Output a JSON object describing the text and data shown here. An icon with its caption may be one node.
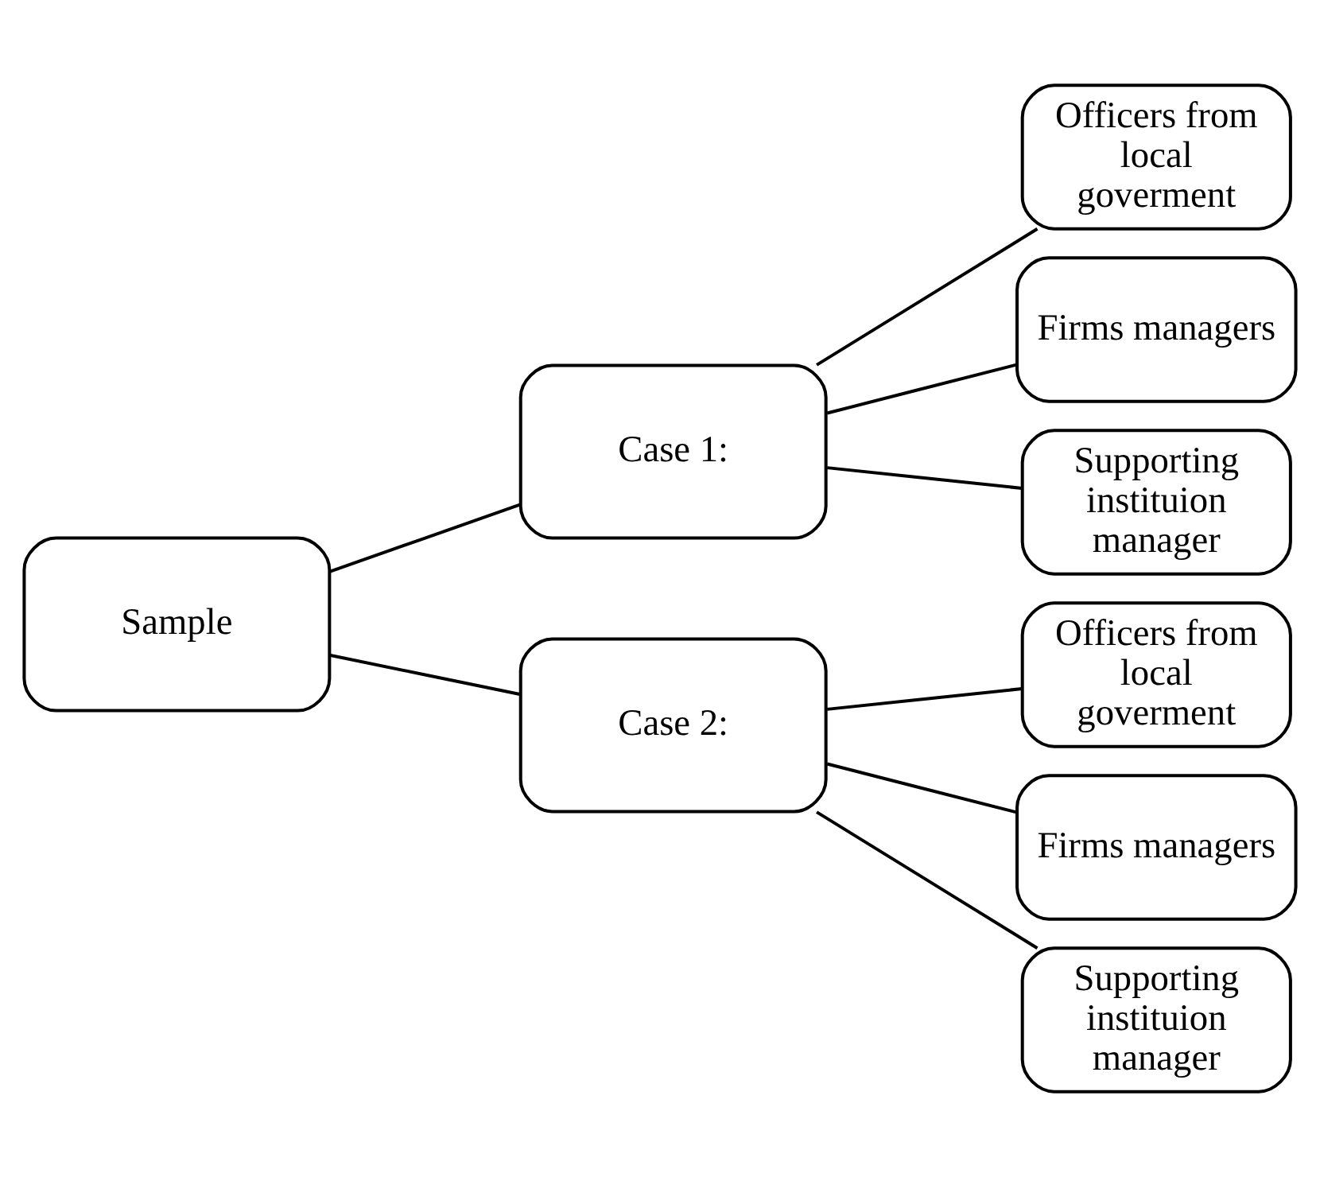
{
  "diagram": {
    "nodes": [
      {
        "text": [
          "Sample"
        ]
      },
      {
        "text": [
          "Case 1:"
        ]
      },
      {
        "text": [
          "Officers from local goverment"
        ]
      },
      {
        "text": [
          "Firms managers"
        ]
      },
      {
        "text": [
          "Supporting instituion manager"
        ]
      },
      {
        "text": [
          "Case 2:"
        ]
      },
      {
        "text": [
          "Officers from local goverment"
        ]
      },
      {
        "text": [
          "Firms managers"
        ]
      },
      {
        "text": [
          "Supporting instituion manager"
        ]
      }
    ],
    "edges": [
      {
        "from": 0,
        "to": 1,
        "arrow": "none"
      },
      {
        "from": 0,
        "to": 5,
        "arrow": "none"
      },
      {
        "from": 1,
        "to": 2,
        "arrow": "none"
      },
      {
        "from": 1,
        "to": 3,
        "arrow": "none"
      },
      {
        "from": 1,
        "to": 4,
        "arrow": "none"
      },
      {
        "from": 5,
        "to": 6,
        "arrow": "none"
      },
      {
        "from": 5,
        "to": 7,
        "arrow": "none"
      },
      {
        "from": 5,
        "to": 8,
        "arrow": "none"
      }
    ]
  }
}
